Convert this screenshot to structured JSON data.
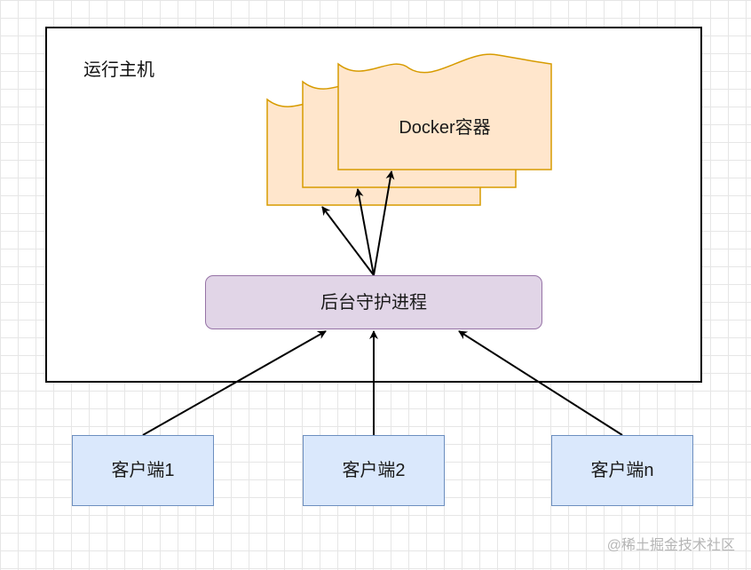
{
  "diagram": {
    "host_label": "运行主机",
    "container_label": "Docker容器",
    "daemon_label": "后台守护进程",
    "clients": [
      {
        "label": "客户端1"
      },
      {
        "label": "客户端2"
      },
      {
        "label": "客户端n"
      }
    ]
  },
  "watermark": "@稀土掘金技术社区",
  "colors": {
    "container_fill": "#ffe6cc",
    "container_stroke": "#d79b00",
    "daemon_fill": "#e1d5e7",
    "daemon_stroke": "#9673a6",
    "client_fill": "#dae8fc",
    "client_stroke": "#6c8ebf"
  }
}
